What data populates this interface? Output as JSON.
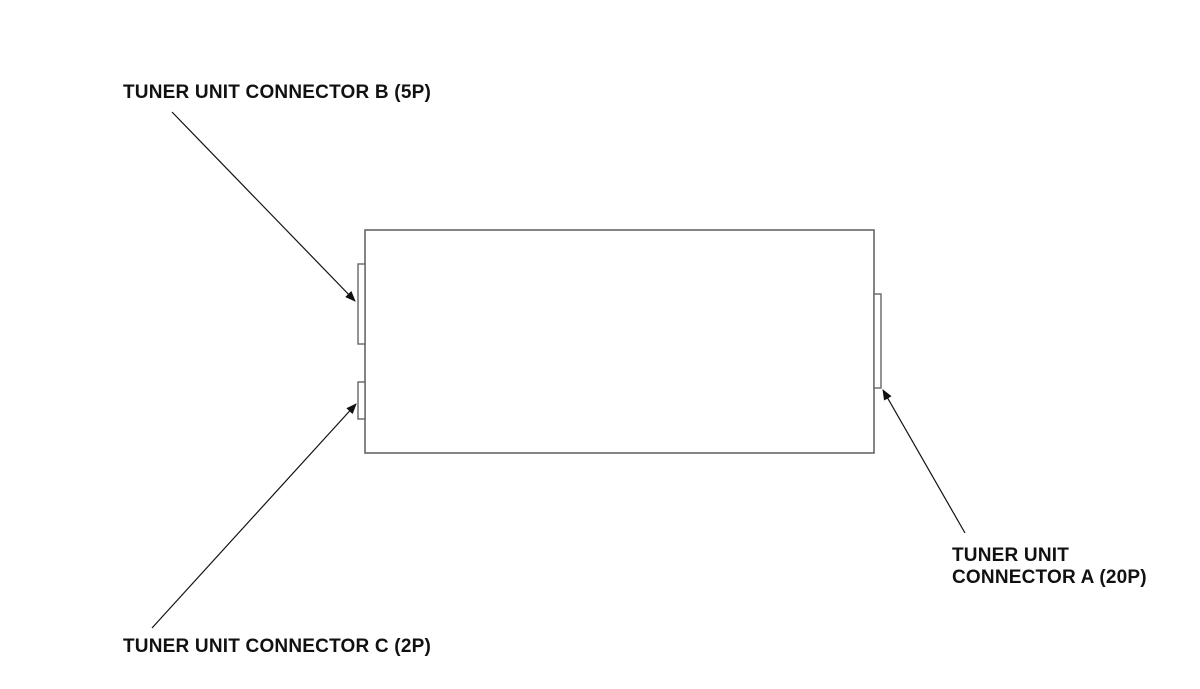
{
  "labels": {
    "connector_b": "TUNER UNIT CONNECTOR B (5P)",
    "connector_c": "TUNER UNIT CONNECTOR C (2P)",
    "connector_a_line1": "TUNER UNIT",
    "connector_a_line2": "CONNECTOR A (20P)"
  },
  "colors": {
    "line": "#555555",
    "leader": "#111111",
    "text": "#111111",
    "background": "#ffffff"
  }
}
